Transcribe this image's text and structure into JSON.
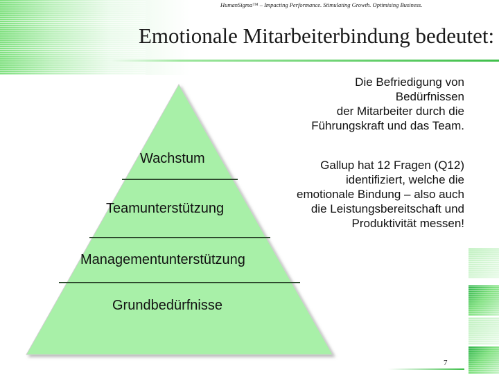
{
  "header": {
    "tagline": "HumanSigma™ – Impacting Performance. Stimulating Growth. Optimising Business.",
    "title": "Emotionale Mitarbeiterbindung bedeutet:"
  },
  "pyramid": {
    "levels": [
      "Wachstum",
      "Teamunterstützung",
      "Managementunterstützung",
      "Grundbedürfnisse"
    ],
    "fill_color": "#a8f0a8",
    "line_color": "#2e4a2e"
  },
  "text_blocks": {
    "block1": [
      "Die Befriedigung von",
      "Bedürfnissen",
      "der Mitarbeiter durch die",
      "Führungskraft und das Team."
    ],
    "block2": [
      "Gallup hat 12 Fragen (Q12)",
      "identifiziert, welche die",
      "emotionale Bindung – also auch",
      "die Leistungsbereitschaft und",
      "Produktivität messen!"
    ]
  },
  "footer": {
    "page_number": "7"
  },
  "colors": {
    "accent_green": "#3fbf4a",
    "light_green": "#a8f0a8"
  }
}
